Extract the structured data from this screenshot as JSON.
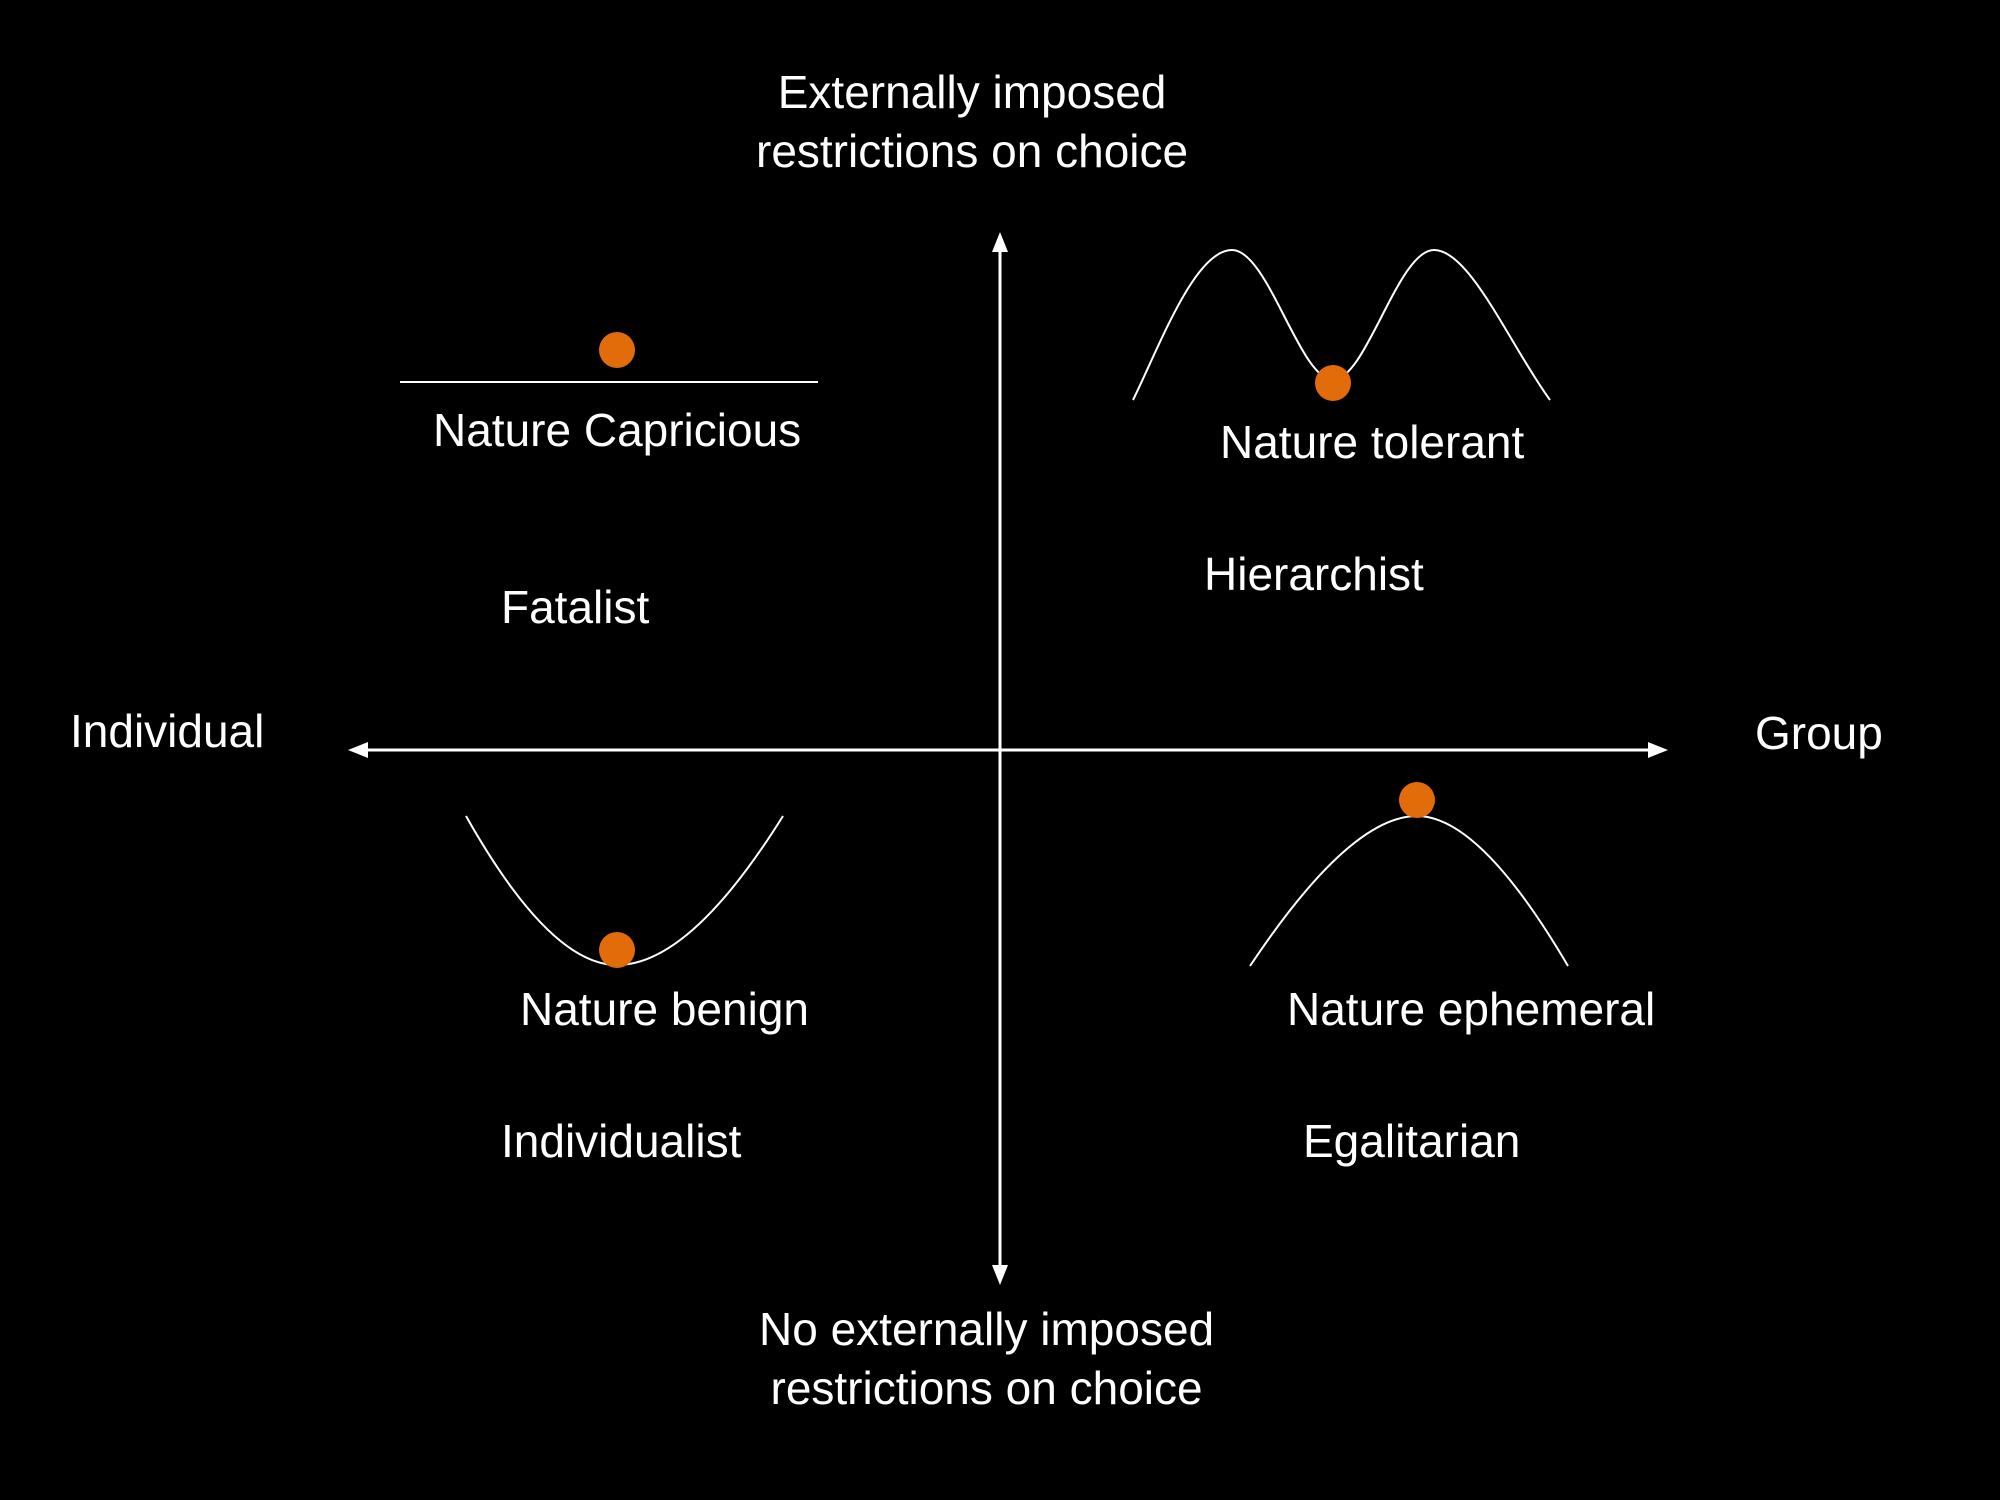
{
  "colors": {
    "background": "#000000",
    "foreground": "#ffffff",
    "ball": "#e36c0a"
  },
  "axes": {
    "top_label": [
      "Externally imposed",
      "restrictions on choice"
    ],
    "bottom_label": [
      "No externally imposed",
      "restrictions on choice"
    ],
    "left_label": "Individual",
    "right_label": "Group"
  },
  "quadrants": {
    "top_left": {
      "nature": "Nature Capricious",
      "type": "Fatalist",
      "curve": "flat",
      "ball": "resting-on-flat"
    },
    "top_right": {
      "nature": "Nature tolerant",
      "type": "Hierarchist",
      "curve": "double-hump",
      "ball": "in-center-dip"
    },
    "bottom_left": {
      "nature": "Nature benign",
      "type": "Individualist",
      "curve": "valley",
      "ball": "at-bottom"
    },
    "bottom_right": {
      "nature": "Nature ephemeral",
      "type": "Egalitarian",
      "curve": "hill",
      "ball": "on-peak"
    }
  }
}
